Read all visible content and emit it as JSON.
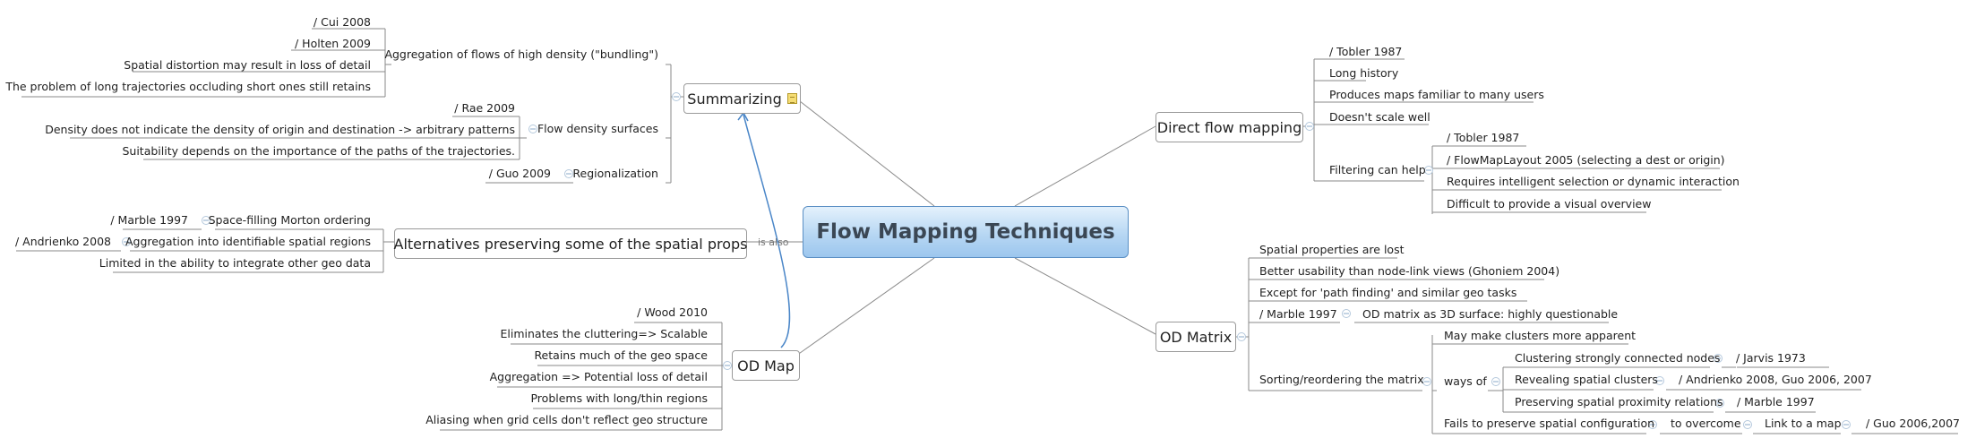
{
  "central": "Flow Mapping Techniques",
  "relationship_label": "is also",
  "topics": {
    "summarizing": "Summarizing",
    "alternatives": "Alternatives preserving some of the spatial props",
    "od_map": "OD Map",
    "direct_flow": "Direct flow mapping",
    "od_matrix": "OD Matrix"
  },
  "summarizing": {
    "bundling": "Aggregation of flows of high density (\"bundling\")",
    "cui": "/ Cui 2008",
    "holten": "/ Holten 2009",
    "distortion": "Spatial distortion may result in loss of detail",
    "occluding": "The problem of long trajectories occluding short ones still retains",
    "density_surfaces": "Flow density surfaces",
    "rae": "/ Rae 2009",
    "density_note": "Density does not indicate the density of origin and destination -> arbitrary patterns",
    "suitability": "Suitability depends on the importance of the paths of the trajectories.",
    "regionalization": "Regionalization",
    "guo": "/ Guo 2009"
  },
  "alternatives": {
    "morton": "Space-filling Morton ordering",
    "marble": "/ Marble 1997",
    "aggregation": "Aggregation into identifiable spatial regions",
    "andrienko": "/ Andrienko 2008",
    "limited": "Limited in the ability to integrate other geo data"
  },
  "od_map": {
    "wood": "/ Wood 2010",
    "eliminates": "Eliminates the cluttering=> Scalable",
    "retains": "Retains much of the geo space",
    "aggregation": "Aggregation => Potential loss of detail",
    "long_thin": "Problems with long/thin regions",
    "aliasing": "Aliasing when grid cells don't reflect geo structure"
  },
  "direct_flow": {
    "tobler": "/ Tobler 1987",
    "history": "Long history",
    "familiar": "Produces maps familiar to many users",
    "scale": "Doesn't scale well",
    "filtering": "Filtering can help",
    "tobler2": "/ Tobler 1987",
    "flowmaplayout": "/ FlowMapLayout 2005 (selecting a dest or origin)",
    "intelligent": "Requires intelligent selection or dynamic interaction",
    "difficult": "Difficult to provide a visual overview"
  },
  "od_matrix": {
    "lost": "Spatial properties are lost",
    "usability": "Better usability than node-link views (Ghoniem 2004)",
    "path_finding": "Except for 'path finding' and similar geo tasks",
    "marble": "/ Marble 1997",
    "surface": "OD matrix as 3D surface: highly questionable",
    "sorting": "Sorting/reordering the matrix",
    "clusters": "May make clusters more apparent",
    "ways_of": "ways of",
    "clustering": "Clustering strongly connected nodes",
    "jarvis": "/ Jarvis 1973",
    "revealing": "Revealing spatial clusters",
    "andrienko_guo": "/ Andrienko 2008, Guo 2006, 2007",
    "preserving": "Preserving spatial proximity relations",
    "marble2": "/ Marble 1997",
    "fails": "Fails to preserve spatial configuration",
    "overcome": "to overcome",
    "link_map": "Link to a map",
    "guo": "/ Guo 2006,2007"
  },
  "colors": {
    "central_fill": "#b7d7f3",
    "central_text": "#3b4754",
    "relationship": "#4a86c8",
    "line": "#8a8a8a"
  },
  "icons": {
    "summarizing_note": "note-icon",
    "collapse": "collapse-toggle-icon"
  }
}
